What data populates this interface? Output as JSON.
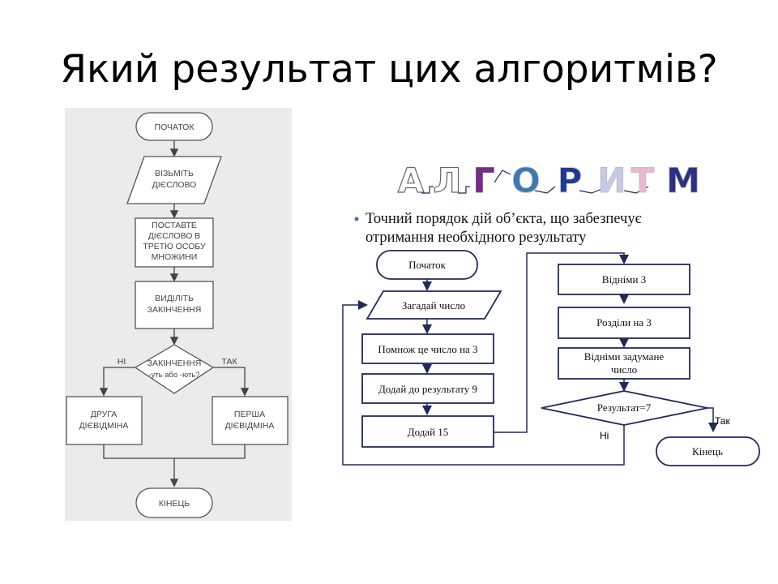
{
  "title": "Який результат цих алгоритмів?",
  "left_flowchart": {
    "start": "ПОЧАТОК",
    "input": [
      "ВІЗЬМІТЬ",
      "ДІЄСЛОВО"
    ],
    "step1": [
      "ПОСТАВТЕ",
      "ДІЄСЛОВО В",
      "ТРЕТЮ ОСОБУ",
      "МНОЖИНИ"
    ],
    "step2": [
      "ВИДІЛІТЬ",
      "ЗАКІНЧЕННЯ"
    ],
    "decision": [
      "ЗАКІНЧЕННЯ",
      "-уть або -ють?"
    ],
    "no_label": "НІ",
    "yes_label": "ТАК",
    "left_box": [
      "ДРУГА",
      "ДІЄВІДМІНА"
    ],
    "right_box": [
      "ПЕРША",
      "ДІЄВІДМІНА"
    ],
    "end": "КІНЕЦЬ"
  },
  "right_panel": {
    "word_letters": [
      "А",
      "Л",
      "Г",
      "О",
      "Р",
      "И",
      "Т",
      "М"
    ],
    "letter_colors": [
      "#ffffff",
      "#ffffff",
      "#7b2a8c",
      "#3c78b4",
      "#1f3a93",
      "#c5cae9",
      "#e9b7d3",
      "#2b2f86"
    ],
    "bullet": [
      "Точний порядок дій об’єкта, що забезпечує",
      "отримання необхідного результату"
    ],
    "start": "Початок",
    "input": "Загадай число",
    "steps_left": [
      "Помнож це число на 3",
      "Додай до результату 9",
      "Додай 15"
    ],
    "steps_right": [
      "Відніми 3",
      "Розділи на 3"
    ],
    "step_subtract": [
      "Відніми задумане",
      "число"
    ],
    "decision": "Результат=7",
    "yes_label": "Так",
    "no_label": "Ні",
    "end": "Кінець"
  }
}
